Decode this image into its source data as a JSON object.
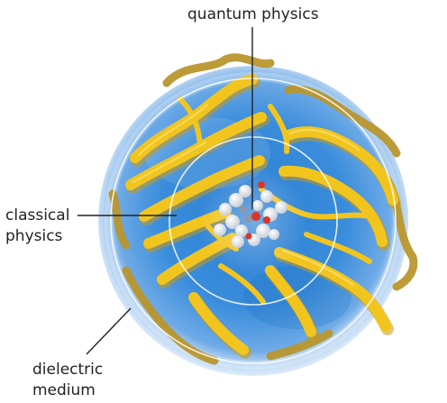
{
  "labels": {
    "quantum": "quantum physics",
    "classical_line1": "classical",
    "classical_line2": "physics",
    "dielectric_line1": "dielectric",
    "dielectric_line2": "medium"
  },
  "colors": {
    "medium_blue": "#2f86d6",
    "medium_edge": "#9ec7ef",
    "ribbon_yellow": "#f2c51e",
    "ribbon_shadow": "#c99a14",
    "ribbon_back": "#b9962e",
    "ring_white": "#ffffff",
    "atom_white": "#f1f3f6",
    "atom_red": "#d9362b",
    "atom_grey": "#8e96a8",
    "label_text": "#222222",
    "leader_line": "#222222"
  }
}
